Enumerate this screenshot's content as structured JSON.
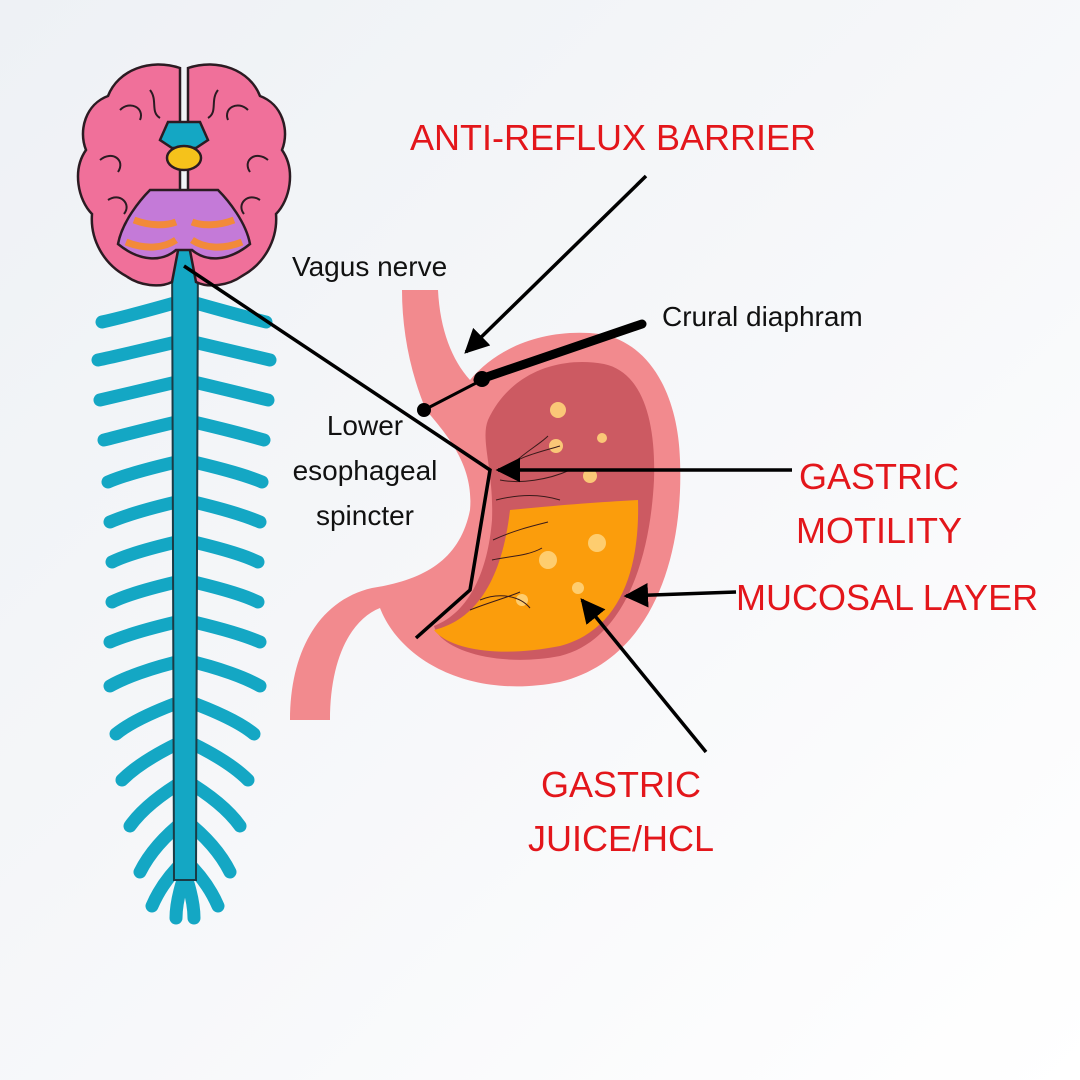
{
  "labels": {
    "anti_reflux_barrier": "ANTI-REFLUX BARRIER",
    "vagus_nerve": "Vagus nerve",
    "crural_diaphram": "Crural diaphram",
    "lower_esophageal_spincter": [
      "Lower",
      "esophageal",
      "spincter"
    ],
    "gastric_motility": [
      "GASTRIC",
      "MOTILITY"
    ],
    "mucosal_layer": "MUCOSAL LAYER",
    "gastric_juice": [
      "GASTRIC",
      "JUICE/HCL"
    ]
  },
  "colors": {
    "label_red": "#e3161b",
    "label_black": "#111111",
    "brain_pink": "#f0709a",
    "brainstem_purple": "#c47ad8",
    "brainstem_orange": "#f28a3a",
    "spinal_cord_teal": "#14a7c4",
    "stomach_pink": "#f28a8e",
    "stomach_inner": "#cc5a62",
    "gastric_juice_orange": "#fb9d0c"
  }
}
